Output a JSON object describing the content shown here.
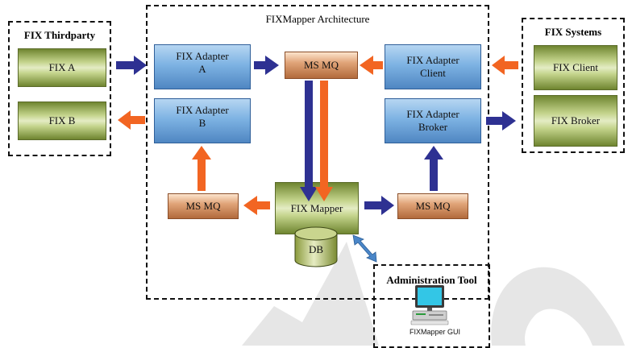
{
  "architecture": {
    "title": "FIXMapper Architecture"
  },
  "thirdparty": {
    "title": "FIX Thirdparty",
    "fix_a": "FIX A",
    "fix_b": "FIX B"
  },
  "systems": {
    "title": "FIX Systems",
    "client": "FIX Client",
    "broker": "FIX Broker"
  },
  "adapters": {
    "a": "FIX Adapter\nA",
    "b": "FIX Adapter\nB",
    "client": "FIX Adapter\nClient",
    "broker": "FIX Adapter\nBroker"
  },
  "queues": {
    "top": "MS MQ",
    "left": "MS MQ",
    "right": "MS MQ"
  },
  "mapper": "FIX Mapper",
  "db": "DB",
  "admin": {
    "title": "Administration Tool",
    "gui_label": "FIXMapper GUI"
  },
  "colors": {
    "blue_arrow": "#2e3192",
    "orange_arrow": "#f26522",
    "bidir_arrow": "#4a86c8"
  }
}
